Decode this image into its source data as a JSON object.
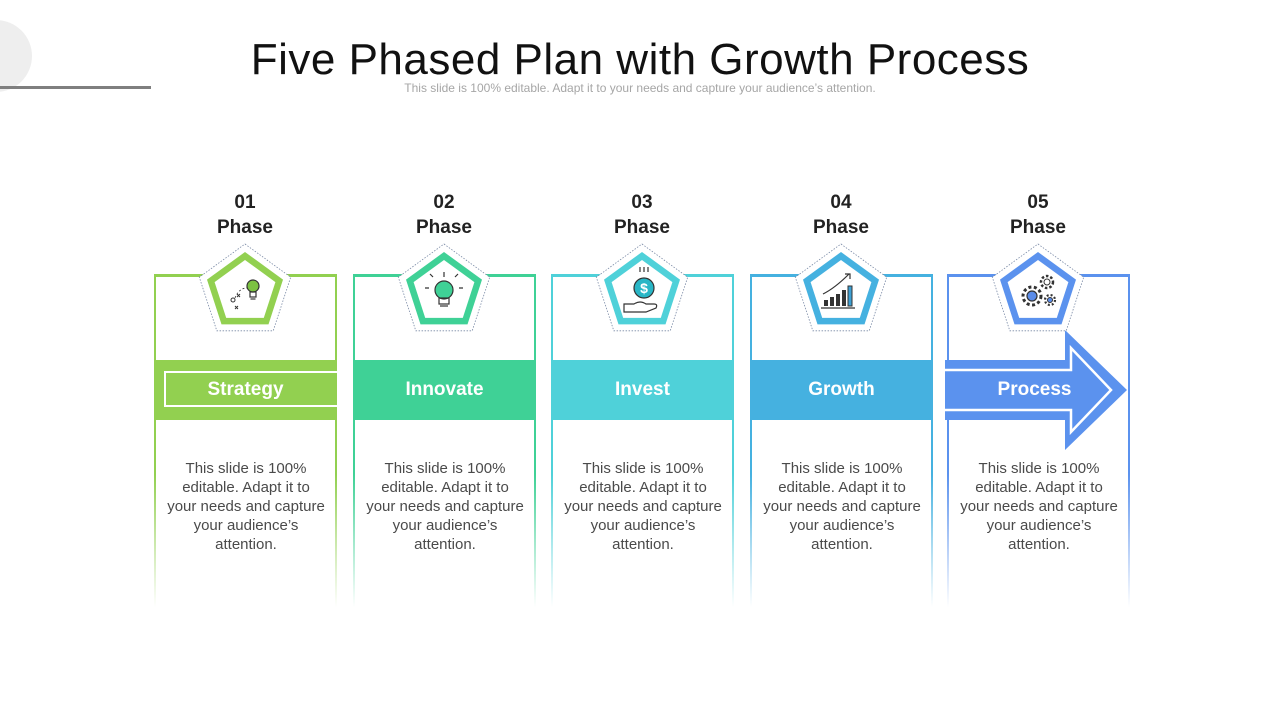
{
  "slide": {
    "title": "Five Phased Plan with Growth Process",
    "subtitle": "This slide is 100% editable. Adapt it to your needs and capture your audience’s attention."
  },
  "phases": [
    {
      "number": "01",
      "word": "Phase",
      "label": "Strategy",
      "description": "This slide is 100% editable. Adapt it to your needs and capture your audience’s attention.",
      "icon": "strategy-bulb-icon",
      "color": "#92d050",
      "iconColor": "#7cc242"
    },
    {
      "number": "02",
      "word": "Phase",
      "label": "Innovate",
      "description": "This slide is 100% editable. Adapt it to your needs and capture your audience’s attention.",
      "icon": "lightbulb-icon",
      "color": "#3fd196",
      "iconColor": "#3fd196"
    },
    {
      "number": "03",
      "word": "Phase",
      "label": "Invest",
      "description": "This slide is 100% editable. Adapt it to your needs and capture your audience’s attention.",
      "icon": "money-hand-icon",
      "color": "#4fd1d9",
      "iconColor": "#29b6c6"
    },
    {
      "number": "04",
      "word": "Phase",
      "label": "Growth",
      "description": "This slide is 100% editable. Adapt it to your needs and capture your audience’s attention.",
      "icon": "growth-chart-icon",
      "color": "#45b1e0",
      "iconColor": "#3da0d4"
    },
    {
      "number": "05",
      "word": "Phase",
      "label": "Process",
      "description": "This slide is 100% editable. Adapt it to your needs and capture your audience’s attention.",
      "icon": "gears-icon",
      "color": "#5b92ee",
      "iconColor": "#5b8ce8"
    }
  ]
}
